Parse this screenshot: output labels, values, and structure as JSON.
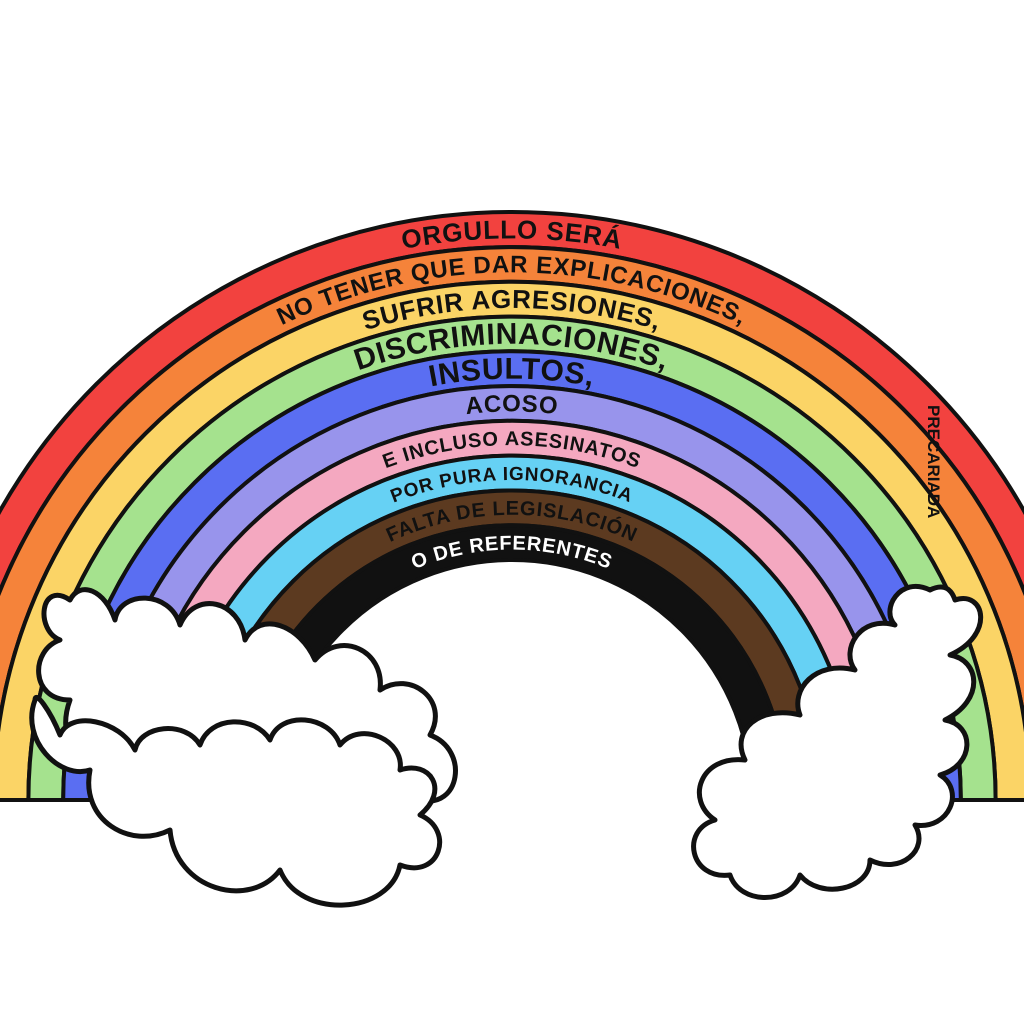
{
  "illustration": {
    "background": "#ffffff",
    "outline_color": "#111111",
    "signature": "PRECARIADA",
    "stripes": [
      {
        "name": "red",
        "color": "#f2423f",
        "text": "ORGULLO SERÁ",
        "text_color": "#111111"
      },
      {
        "name": "orange",
        "color": "#f5833a",
        "text": "NO TENER QUE DAR EXPLICACIONES,",
        "text_color": "#111111"
      },
      {
        "name": "yellow",
        "color": "#fbd466",
        "text": "SUFRIR AGRESIONES,",
        "text_color": "#111111"
      },
      {
        "name": "green",
        "color": "#a5e28e",
        "text": "DISCRIMINACIONES,",
        "text_color": "#111111"
      },
      {
        "name": "blue",
        "color": "#5a6ef2",
        "text": "INSULTOS,",
        "text_color": "#111111"
      },
      {
        "name": "purple",
        "color": "#9894ec",
        "text": "ACOSO",
        "text_color": "#111111"
      },
      {
        "name": "pink",
        "color": "#f4a8c0",
        "text": "E INCLUSO ASESINATOS",
        "text_color": "#111111"
      },
      {
        "name": "light-blue",
        "color": "#66d1f4",
        "text": "POR PURA IGNORANCIA",
        "text_color": "#111111"
      },
      {
        "name": "brown",
        "color": "#5c3a20",
        "text": "FALTA DE LEGISLACIÓN",
        "text_color": "#111111"
      },
      {
        "name": "black",
        "color": "#111111",
        "text": "O DE REFERENTES",
        "text_color": "#ffffff"
      }
    ],
    "cloud_fill": "#ffffff"
  }
}
